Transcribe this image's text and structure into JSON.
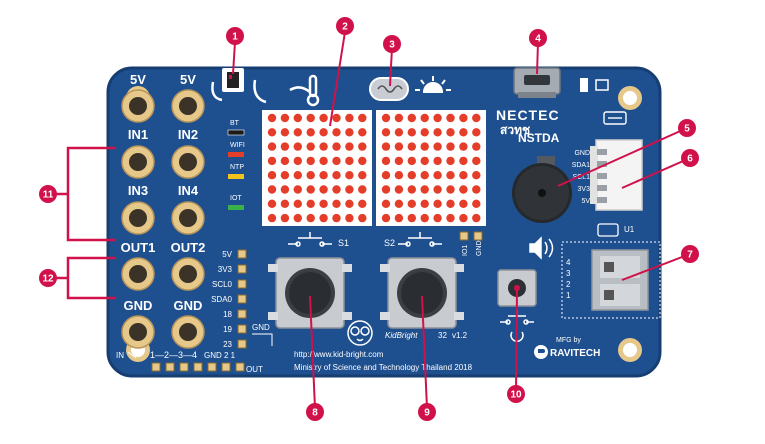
{
  "colors": {
    "board": "#1e4f8f",
    "board_edge": "#173e72",
    "callout": "#d0114a",
    "led_on": "#e43d2a",
    "pad_gold": "#e6c88a",
    "pad_dark": "#3b3328"
  },
  "callouts": [
    "1",
    "2",
    "3",
    "4",
    "5",
    "6",
    "7",
    "8",
    "9",
    "10",
    "11",
    "12"
  ],
  "pads": {
    "labels": [
      "5V",
      "5V",
      "IN1",
      "IN2",
      "IN3",
      "IN4",
      "OUT1",
      "OUT2",
      "GND",
      "GND"
    ]
  },
  "status_leds": [
    "BT",
    "WIFI",
    "NTP",
    "IOT"
  ],
  "buttons": {
    "s1": "S1",
    "s2": "S2"
  },
  "header_pins": [
    "5V",
    "3V3",
    "SCL0",
    "SDA0",
    "18",
    "19",
    "23"
  ],
  "header_gnd": "GND",
  "bottom_strip": {
    "in_label": "IN",
    "sequence": "1—2—3—4",
    "gnd": "GND",
    "nums": "2 1",
    "out": "OUT"
  },
  "i2c_pins": [
    "GND",
    "SDA1",
    "SCL1",
    "3V3",
    "5V"
  ],
  "side_pins": [
    "4",
    "3",
    "2",
    "1"
  ],
  "io_pins": [
    "IO1",
    "GND"
  ],
  "brand": {
    "nectec": "NECTEC",
    "nstda_thai": "สวทช",
    "nstda": "NSTDA",
    "kidbright": "KidBright",
    "model": "32",
    "version": "v1.2",
    "url": "http://www.kid-bright.com",
    "ministry": "Ministry of Science and Technology Thailand 2018",
    "mfg": "MFG by",
    "ravitech": "RAVITECH",
    "u1": "U1"
  }
}
